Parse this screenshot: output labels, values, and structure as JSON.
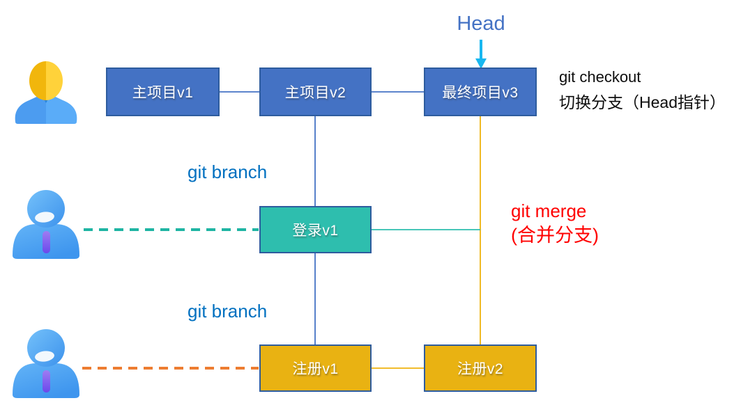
{
  "slide": {
    "title": "git branching diagram",
    "background": "#ffffff"
  },
  "nodes": {
    "main_v1": {
      "label": "主项目v1",
      "fill": "#4472C4",
      "border": "#2E5C9E",
      "text_color": "#FFFFFF"
    },
    "main_v2": {
      "label": "主项目v2",
      "fill": "#4472C4",
      "border": "#2E5C9E",
      "text_color": "#FFFFFF"
    },
    "final_v3": {
      "label": "最终项目v3",
      "fill": "#4472C4",
      "border": "#2E5C9E",
      "text_color": "#FFFFFF"
    },
    "login_v1": {
      "label": "登录v1",
      "fill": "#2EBEAE",
      "border": "#2E5C9E",
      "text_color": "#FFFFFF"
    },
    "register_v1": {
      "label": "注册v1",
      "fill": "#E9B212",
      "border": "#2E5C9E",
      "text_color": "#FFFFFF"
    },
    "register_v2": {
      "label": "注册v2",
      "fill": "#E9B212",
      "border": "#2E5C9E",
      "text_color": "#FFFFFF"
    }
  },
  "annotations": {
    "head": {
      "text": "Head",
      "color": "#4472C4"
    },
    "git_checkout": {
      "line1": "git checkout",
      "line2": "切换分支（Head指针）",
      "color": "#0d0d0d"
    },
    "git_branch_upper": {
      "text": "git branch",
      "color": "#0070C0"
    },
    "git_branch_lower": {
      "text": "git branch",
      "color": "#0070C0"
    },
    "git_merge": {
      "line1": "git merge",
      "line2": "(合并分支)",
      "color": "#FF0000"
    }
  },
  "icons": {
    "manager": {
      "name": "manager-avatar-icon",
      "head_color": "#FFD337",
      "suit_color": "#54A4F4",
      "tie_color": "#2E86D8"
    },
    "user_upper": {
      "name": "user-avatar-icon",
      "head_color": "#4FA5F2",
      "body_color": "#4FA5F2",
      "tie_color": "#8A63EF"
    },
    "user_lower": {
      "name": "user-avatar-icon",
      "head_color": "#4FA5F2",
      "body_color": "#4FA5F2",
      "tie_color": "#8A63EF"
    }
  },
  "connectors": {
    "main_line_color": "#4472C4",
    "merge_line_color": "#EFB30E",
    "login_merge_line_color": "#2EBEAE",
    "login_dashed_color": "#1FB5A3",
    "register_dashed_color": "#ED7D31",
    "head_arrow_color": "#18B7F0"
  }
}
